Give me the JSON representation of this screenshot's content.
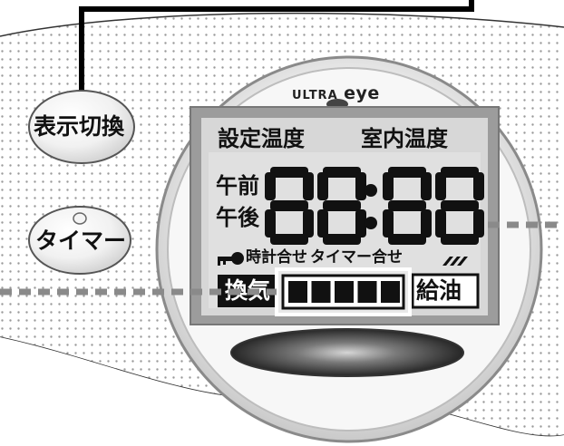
{
  "buttons": {
    "display_switch": "表示切換",
    "timer": "タイマー"
  },
  "brand": {
    "part1": "ULTRA",
    "part2": "eye"
  },
  "lcd": {
    "set_temp_label": "設定温度",
    "room_temp_label": "室内温度",
    "am_label": "午前",
    "pm_label": "午後",
    "digits_left": "88",
    "colon": ":",
    "digits_right": "88",
    "clock_set_label": "時計合せ",
    "timer_set_label": "タイマー合せ",
    "ventilation_label": "換気",
    "refuel_label": "給油",
    "level_segments": 5
  },
  "icons": {
    "key": "key-icon",
    "signal": "signal-stripes-icon"
  }
}
